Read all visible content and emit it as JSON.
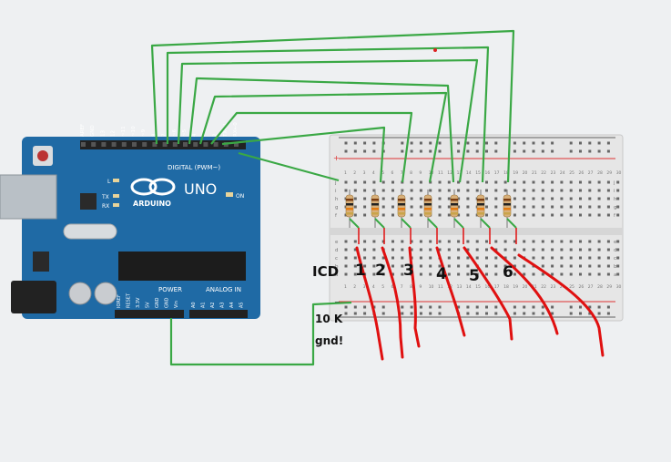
{
  "arduino": {
    "brand_label": "ARDUINO",
    "model_label": "UNO",
    "digital_header_label": "DIGITAL (PWM~)",
    "power_header_label": "POWER",
    "analog_header_label": "ANALOG IN",
    "on_led_label": "ON",
    "l_led_label": "L",
    "tx_label": "TX",
    "rx_label": "RX",
    "digital_pins": [
      "AREF",
      "GND",
      "13",
      "12",
      "~11",
      "~10",
      "~9",
      "8",
      "7",
      "~6",
      "~5",
      "4",
      "~3",
      "2",
      "TX➔1",
      "RX←0"
    ],
    "power_pins": [
      "IOREF",
      "RESET",
      "3.3V",
      "5V",
      "GND",
      "GND",
      "Vin"
    ],
    "analog_pins": [
      "A0",
      "A1",
      "A2",
      "A3",
      "A4",
      "A5"
    ],
    "board_color": "#1f6aa5"
  },
  "breadboard": {
    "column_numbers": [
      "1",
      "2",
      "3",
      "4",
      "5",
      "6",
      "7",
      "8",
      "9",
      "10",
      "11",
      "12",
      "13",
      "14",
      "15",
      "16",
      "17",
      "18",
      "19",
      "20",
      "21",
      "22",
      "23",
      "24",
      "25",
      "26",
      "27",
      "28",
      "29",
      "30"
    ],
    "row_letters_top": [
      "j",
      "i",
      "h",
      "g",
      "f"
    ],
    "row_letters_bottom": [
      "e",
      "d",
      "c",
      "b",
      "a"
    ],
    "plus_label": "+",
    "minus_label": "−"
  },
  "annotations": {
    "channel_labels": [
      "1",
      "2",
      "3",
      "4",
      "5",
      "6"
    ],
    "left_label": "ICD",
    "ground_label": "10 K\ngnd!",
    "colors": {
      "wire_green": "#3aa845",
      "handdrawn_red": "#e01010",
      "resistor_body": "#d8b07a"
    }
  }
}
